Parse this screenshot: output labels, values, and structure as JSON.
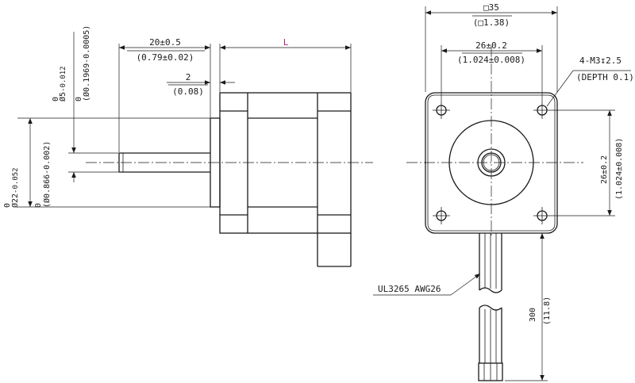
{
  "colors": {
    "ink": "#1a1a1a",
    "accent": "#b0207a"
  },
  "side_view": {
    "shaft_length": "20±0.5",
    "shaft_length_in": "(0.79±0.02)",
    "body_length": "L",
    "boss_height": "2",
    "boss_height_in": "(0.08)",
    "shaft_dia_main": "Ø5",
    "shaft_dia_upper": "0",
    "shaft_dia_lower": "-0.012",
    "shaft_dia_in_upper": "0",
    "shaft_dia_in": "(Ø0.1969-0.0005)",
    "boss_dia_main": "Ø22",
    "boss_dia_upper": "0",
    "boss_dia_lower": "-0.052",
    "boss_dia_in_upper": "0",
    "boss_dia_in": "(Ø0.866-0.002)"
  },
  "front_view": {
    "flange_size": "□35",
    "flange_size_in": "(□1.38)",
    "hole_pitch_h": "26±0.2",
    "hole_pitch_h_in": "(1.024±0.008)",
    "hole_pitch_v": "26±0.2",
    "hole_pitch_v_in": "(1.024±0.008)",
    "mount_holes": "4-M3↧2.5",
    "mount_depth": "(DEPTH 0.1)",
    "wire_spec": "UL3265 AWG26",
    "lead_length": "300",
    "lead_length_in": "(11.8)"
  }
}
